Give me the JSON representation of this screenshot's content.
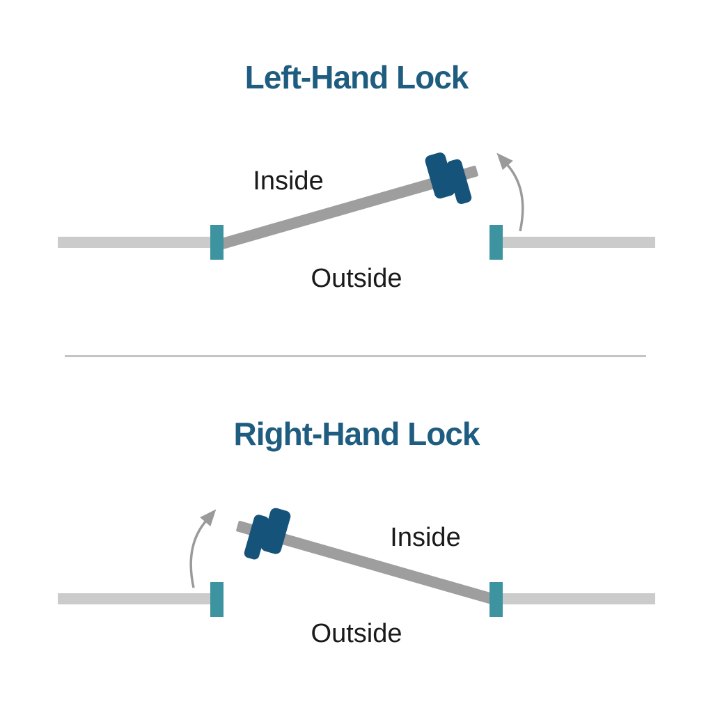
{
  "colors": {
    "title": "#1E5C80",
    "lock_body": "#15537A",
    "door": "#9E9E9E",
    "wall": "#CBCBCB",
    "jamb": "#3D93A0",
    "arrow": "#9A9A9A",
    "label": "#1A1A1A",
    "divider": "#C4C4C4"
  },
  "sections": [
    {
      "title": "Left-Hand Lock",
      "inside_label": "Inside",
      "outside_label": "Outside"
    },
    {
      "title": "Right-Hand Lock",
      "inside_label": "Inside",
      "outside_label": "Outside"
    }
  ]
}
